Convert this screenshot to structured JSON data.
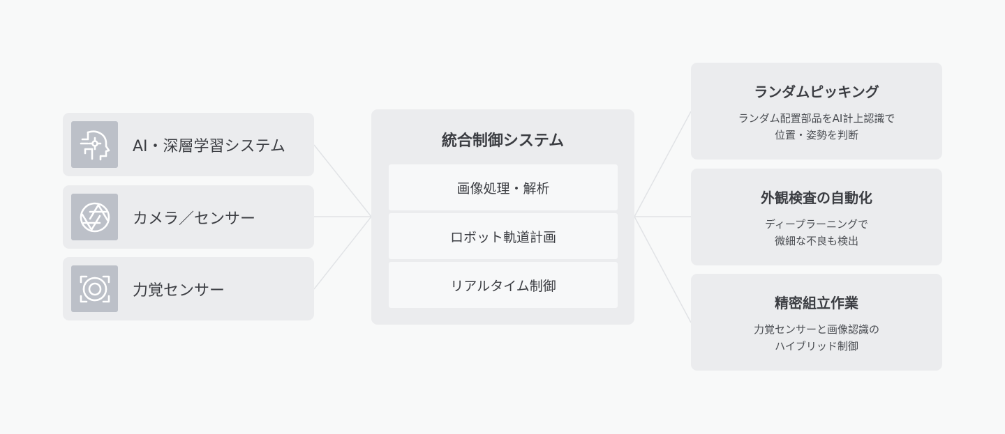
{
  "inputs": [
    {
      "label": "AI・深層学習システム",
      "icon": "ai-head-icon"
    },
    {
      "label": "カメラ／センサー",
      "icon": "camera-aperture-icon"
    },
    {
      "label": "力覚センサー",
      "icon": "force-sensor-icon"
    }
  ],
  "center": {
    "title": "統合制御システム",
    "items": [
      "画像処理・解析",
      "ロボット軌道計画",
      "リアルタイム制御"
    ]
  },
  "applications": [
    {
      "title": "ランダムピッキング",
      "desc": [
        "ランダム配置部品をAI計上認識で",
        "位置・姿勢を判断"
      ]
    },
    {
      "title": "外観検査の自動化",
      "desc": [
        "ディープラーニングで",
        "微細な不良も検出"
      ]
    },
    {
      "title": "精密組立作業",
      "desc": [
        "力覚センサーと画像認識の",
        "ハイブリッド制御"
      ]
    }
  ],
  "colors": {
    "background": "#f8f9f9",
    "card": "#ebecee",
    "icon_tile": "#bcc0c8",
    "inner_item": "#f7f8f9",
    "connector": "#e1e3e6",
    "text": "#3b3d42"
  }
}
